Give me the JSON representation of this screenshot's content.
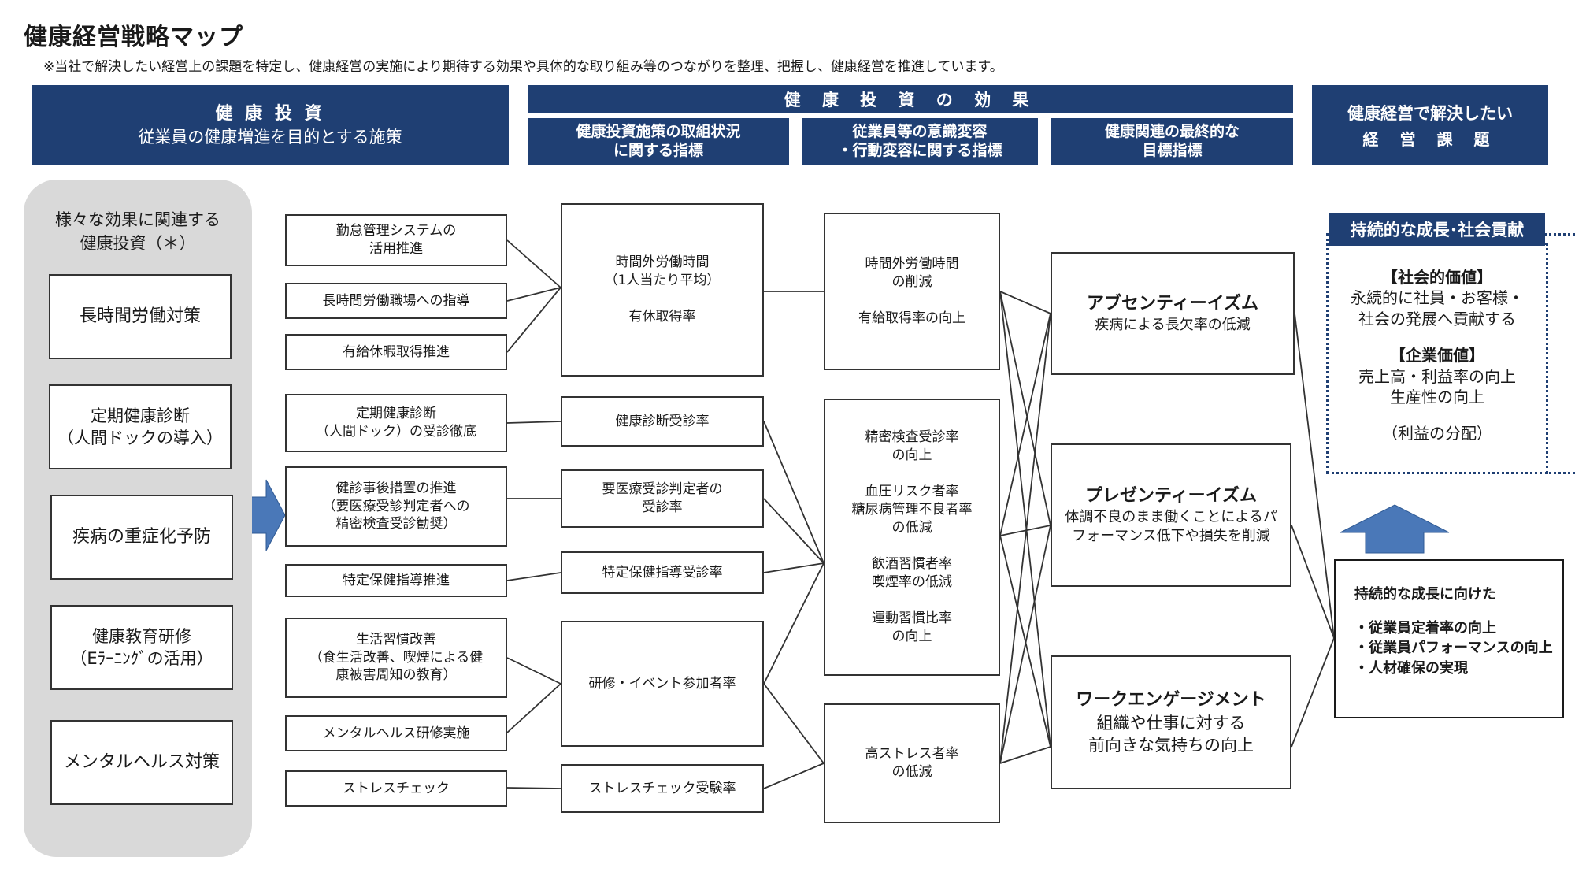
{
  "title": "健康経営戦略マップ",
  "subtitle": "※当社で解決したい経営上の課題を特定し、健康経営の実施により期待する効果や具体的な取り組み等のつながりを整理、把握し、健康経営を推進しています。",
  "headers": {
    "investment": {
      "line1": "健 康 投 資",
      "line2": "従業員の健康増進を目的とする施策"
    },
    "effect": {
      "label": "健 康 投 資 の 効 果"
    },
    "sub1": {
      "line1": "健康投資施策の取組状況",
      "line2": "に関する指標"
    },
    "sub2": {
      "line1": "従業員等の意識変容",
      "line2": "・行動変容に関する指標"
    },
    "sub3": {
      "line1": "健康関連の最終的な",
      "line2": "目標指標"
    },
    "issues": {
      "line1": "健康経営で解決したい",
      "line2": "経 営 課 題"
    }
  },
  "left_panel": {
    "title_line1": "様々な効果に関連する",
    "title_line2": "健康投資（＊）",
    "items": [
      "長時間労働対策",
      "定期健康診断\n（人間ドックの導入）",
      "疾病の重症化予防",
      "健康教育研修\n（Eﾗｰﾆﾝｸﾞの活用）",
      "メンタルヘルス対策"
    ]
  },
  "measures": [
    "勤怠管理システムの\n活用推進",
    "長時間労働職場への指導",
    "有給休暇取得推進",
    "定期健康診断\n（人間ドック）の受診徹底",
    "健診事後措置の推進\n（要医療受診判定者への\n精密検査受診勧奨）",
    "特定保健指導推進",
    "生活習慣改善\n（食生活改善、喫煙による健\n康被害周知の教育）",
    "メンタルヘルス研修実施",
    "ストレスチェック"
  ],
  "indicators": [
    "時間外労働時間\n（1人当たり平均）\n\n有休取得率",
    "健康診断受診率",
    "要医療受診判定者の\n受診率",
    "特定保健指導受診率",
    "研修・イベント参加者率",
    "ストレスチェック受験率"
  ],
  "behaviors": [
    "時間外労働時間\nの削減\n\n有給取得率の向上",
    "精密検査受診率\nの向上\n\n血圧リスク者率\n糖尿病管理不良者率\nの低減\n\n飲酒習慣者率\n喫煙率の低減\n\n運動習慣比率\nの向上",
    "高ストレス者率\nの低減"
  ],
  "goals": [
    {
      "title": "アブセンティーイズム",
      "desc": "疾病による長欠率の低減"
    },
    {
      "title": "プレゼンティーイズム",
      "desc": "体調不良のまま働くことによるパ\nフォーマンス低下や損失を削減"
    },
    {
      "title": "ワークエンゲージメント",
      "desc": "組織や仕事に対する\n前向きな気持ちの向上"
    }
  ],
  "issues": {
    "tag": "持続的な成長･社会貢献",
    "social_title": "【社会的価値】",
    "social_text": "永続的に社員・お客様・\n社会の発展へ貢献する",
    "corporate_title": "【企業価値】",
    "corporate_text": "売上高・利益率の向上\n生産性の向上",
    "profit": "（利益の分配）",
    "growth_title": "持続的な成長に向けた",
    "growth_items": "・従業員定着率の向上\n・従業員パフォーマンスの向上\n・人材確保の実現"
  },
  "colors": {
    "header": "#1f3f73",
    "arrow": "#4a78b8",
    "panel": "#d9d9d9"
  }
}
